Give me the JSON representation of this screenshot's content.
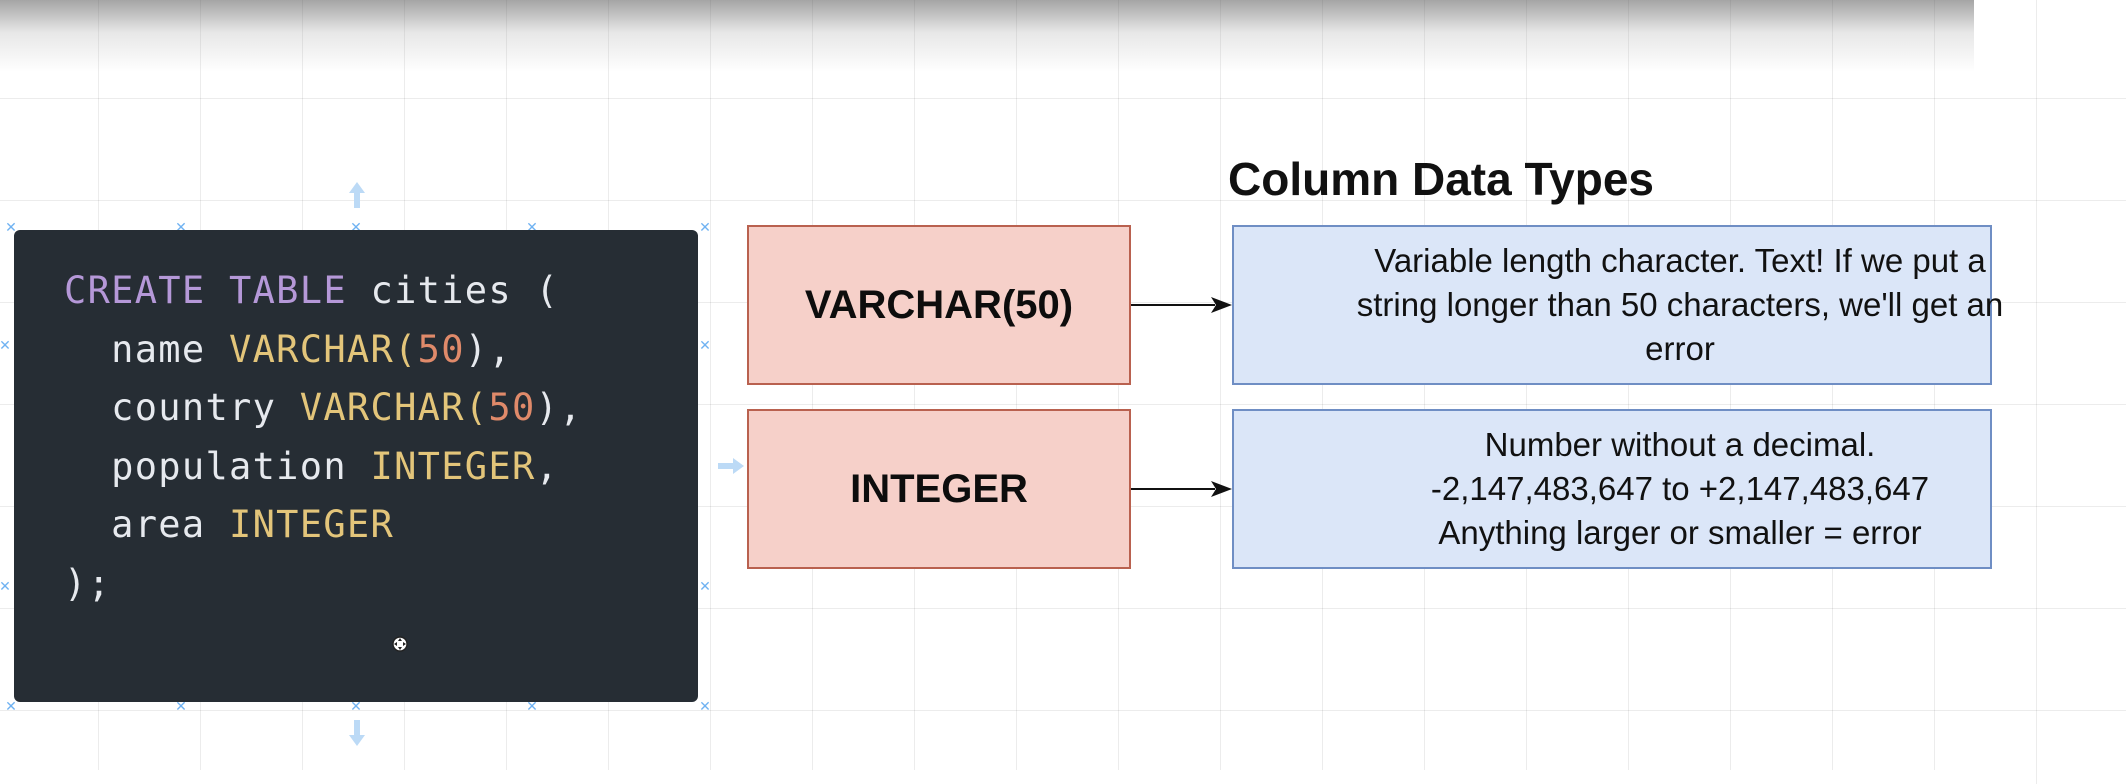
{
  "diagram": {
    "title": "Column Data Types",
    "code": {
      "lines": [
        [
          {
            "t": "CREATE TABLE",
            "c": "kw"
          },
          {
            "t": " cities (",
            "c": "pl"
          }
        ],
        [
          {
            "t": "  name ",
            "c": "pl"
          },
          {
            "t": "VARCHAR(",
            "c": "ty"
          },
          {
            "t": "50",
            "c": "nm"
          },
          {
            "t": "),",
            "c": "pl"
          }
        ],
        [
          {
            "t": "  country ",
            "c": "pl"
          },
          {
            "t": "VARCHAR(",
            "c": "ty"
          },
          {
            "t": "50",
            "c": "nm"
          },
          {
            "t": "),",
            "c": "pl"
          }
        ],
        [
          {
            "t": "  population ",
            "c": "pl"
          },
          {
            "t": "INTEGER",
            "c": "ty"
          },
          {
            "t": ",",
            "c": "pl"
          }
        ],
        [
          {
            "t": "  area ",
            "c": "pl"
          },
          {
            "t": "INTEGER",
            "c": "ty"
          }
        ],
        [
          {
            "t": ");",
            "c": "pl"
          }
        ]
      ]
    },
    "types": [
      {
        "label": "VARCHAR(50)",
        "description": [
          "Variable length character. Text! If we put a",
          "string longer than 50 characters, we'll get an",
          "error"
        ]
      },
      {
        "label": "INTEGER",
        "description": [
          "Number without a decimal.",
          "-2,147,483,647 to +2,147,483,647",
          "Anything larger or smaller = error"
        ]
      }
    ]
  },
  "colors": {
    "code_background": "#262d34",
    "keyword": "#b598d8",
    "type": "#e3c57a",
    "number": "#e08a6a",
    "plain": "#e6e9ee",
    "type_box_fill": "#f6d0c9",
    "type_box_border": "#b9614f",
    "desc_box_fill": "#dbe6f8",
    "desc_box_border": "#6f8ec4",
    "selection_handle": "#6fb2f2"
  },
  "icons": {
    "cursor": "move-cursor-icon",
    "handles": "selection-handle-icon",
    "arrows": "connection-arrow-icon"
  }
}
